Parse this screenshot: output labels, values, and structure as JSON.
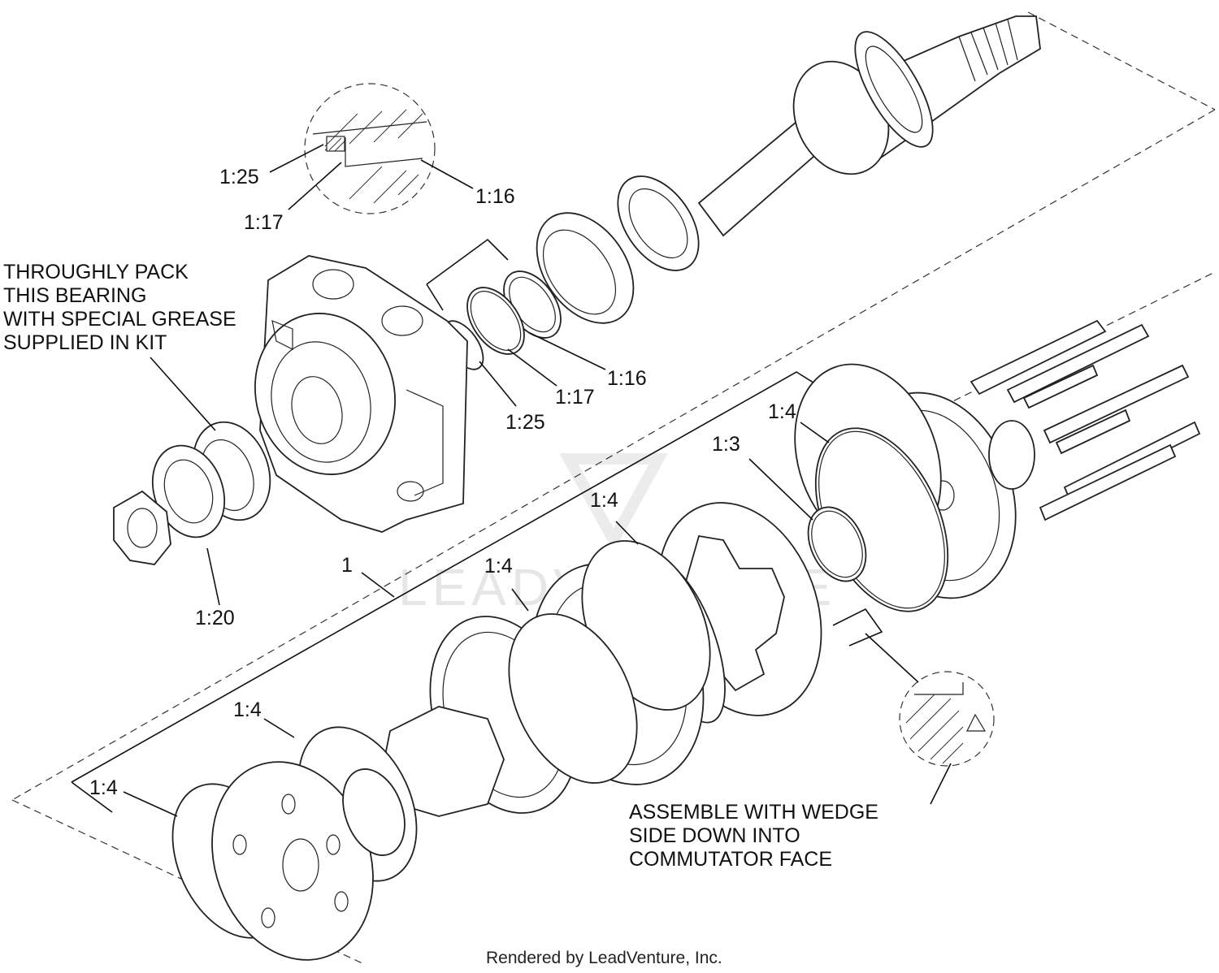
{
  "labels": {
    "detail_seal_25": "1:25",
    "detail_seal_17": "1:17",
    "detail_seal_16": "1:16",
    "seal_1_16": "1:16",
    "seal_1_17": "1:17",
    "seal_1_25": "1:25",
    "seal_1_20": "1:20",
    "kit_1": "1",
    "oring_upper": "1:4",
    "oring_mid": "1:4",
    "oring_lower_a": "1:4",
    "oring_lower_b": "1:4",
    "oring_lower_c": "1:4",
    "part_1_3": "1:3"
  },
  "notes": {
    "bearing_note": [
      "THROUGHLY PACK",
      "THIS BEARING",
      "WITH SPECIAL GREASE",
      "SUPPLIED IN KIT"
    ],
    "wedge_note": [
      "ASSEMBLE WITH WEDGE",
      "SIDE  DOWN INTO",
      "COMMUTATOR FACE"
    ]
  },
  "watermark": "LEADVENTURE",
  "footer": "Rendered by LeadVenture, Inc."
}
